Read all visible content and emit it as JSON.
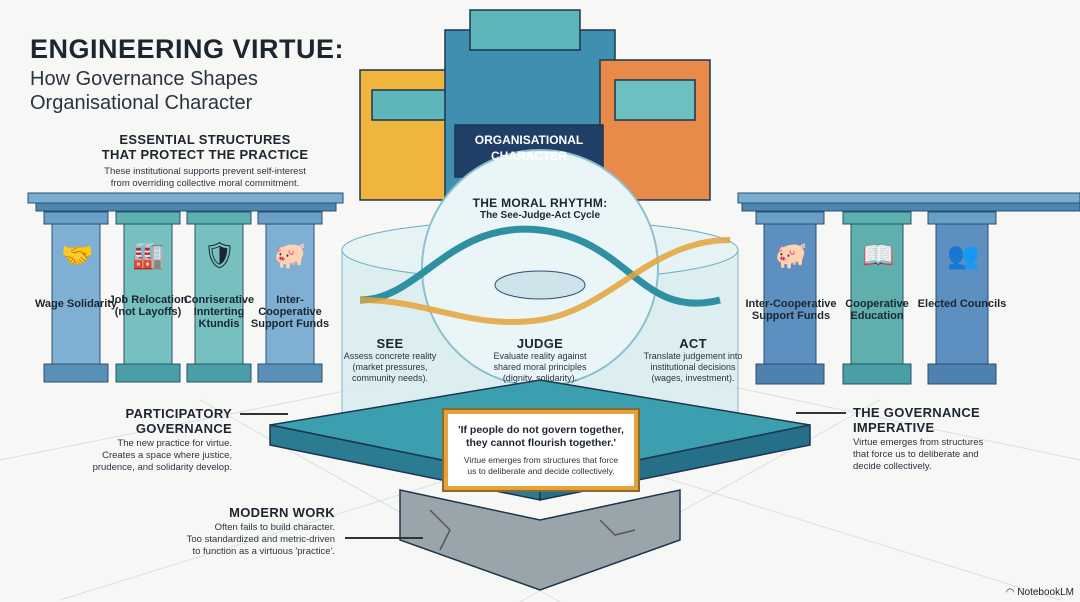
{
  "title": "ENGINEERING VIRTUE:",
  "subtitle_lines": [
    "How Governance Shapes",
    "Organisational Character"
  ],
  "essential_structures": {
    "heading_lines": [
      "ESSENTIAL STRUCTURES",
      "THAT PROTECT THE PRACTICE"
    ],
    "description_lines": [
      "These institutional supports prevent self-interest",
      "from overriding collective moral commitment."
    ]
  },
  "left_pillars": [
    {
      "label": "Wage Solidarity",
      "icon": "handshake-dollar-icon"
    },
    {
      "label": "Job Relocation (not Layoffs)",
      "icon": "factory-relocation-icon"
    },
    {
      "label": "Conriserative Innterting Ktundis",
      "icon": "shield-hands-icon"
    },
    {
      "label": "Inter-Cooperative Support Funds",
      "icon": "piggy-banks-icon"
    }
  ],
  "right_pillars": [
    {
      "label": "Inter-Cooperative Support Funds",
      "icon": "piggy-banks-icon"
    },
    {
      "label": "Cooperative Education",
      "icon": "open-book-gear-icon"
    },
    {
      "label": "Elected Councils",
      "icon": "people-ballot-icon"
    }
  ],
  "org_character": "ORGANISATIONAL CHARACTER",
  "moral_rhythm": {
    "title": "THE MORAL RHYTHM:",
    "subtitle": "The See-Judge-Act Cycle",
    "steps": [
      {
        "name": "SEE",
        "lines": [
          "Assess concrete reality",
          "(market pressures,",
          "community needs)."
        ]
      },
      {
        "name": "JUDGE",
        "lines": [
          "Evaluate reality against",
          "shared moral principles",
          "(dignity, solidarity)."
        ]
      },
      {
        "name": "ACT",
        "lines": [
          "Translate judgement into",
          "institutional decisions",
          "(wages, investment)."
        ]
      }
    ]
  },
  "participatory": {
    "heading_lines": [
      "PARTICIPATORY",
      "GOVERNANCE"
    ],
    "lines": [
      "The new practice for virtue.",
      "Creates a space where justice,",
      "prudence, and solidarity develop."
    ]
  },
  "modern_work": {
    "heading": "MODERN WORK",
    "lines": [
      "Often fails to build character.",
      "Too standardized and metric-driven",
      "to function as a virtuous 'practice'."
    ]
  },
  "quote": {
    "lines": [
      "'If people do not govern together,",
      "they cannot flourish together.'"
    ],
    "body_lines": [
      "Virtue emerges from structures that force",
      "us to deliberate and decide collectively."
    ]
  },
  "governance_imperative": {
    "heading_lines": [
      "THE GOVERNANCE",
      "IMPERATIVE"
    ],
    "lines": [
      "Virtue emerges from structures",
      "that force us to deliberate and",
      "decide collectively."
    ]
  },
  "watermark": "NotebookLM",
  "colors": {
    "navy": "#1f3f66",
    "teal": "#2f8fa3",
    "pillar": "#5f8fb8",
    "orange": "#e3a33a",
    "coral": "#ee8060"
  }
}
